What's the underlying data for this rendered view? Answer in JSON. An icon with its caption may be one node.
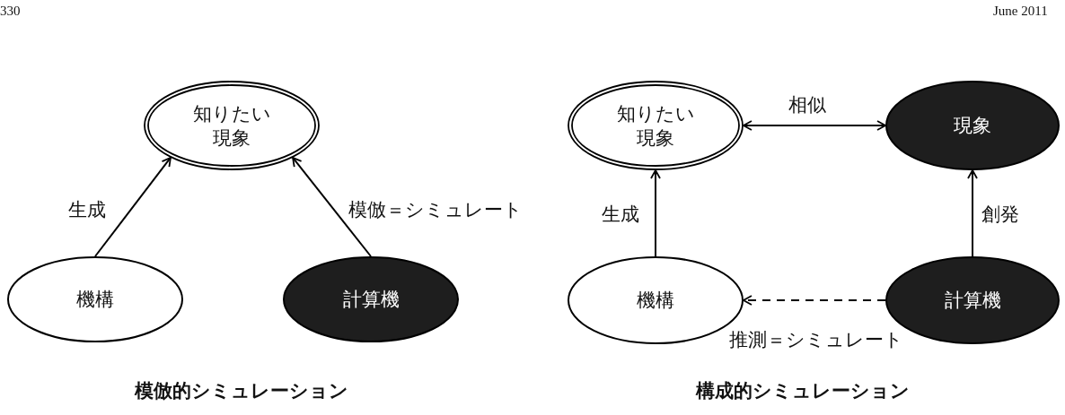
{
  "diagram": {
    "nodes": [
      {
        "text": [
          "知りたい現象"
        ]
      },
      {
        "text": [
          "機構"
        ]
      },
      {
        "text": [
          "計算機"
        ]
      },
      {
        "text": [
          "知りたい現象"
        ]
      },
      {
        "text": [
          "現象"
        ]
      },
      {
        "text": [
          "機構"
        ]
      },
      {
        "text": [
          "計算機"
        ]
      }
    ],
    "edges": [
      {
        "from": 1,
        "to": 0,
        "arrow": "to",
        "label": "生成"
      },
      {
        "from": 2,
        "to": 0,
        "arrow": "to",
        "label": "模倣＝シミュレート"
      },
      {
        "from": 3,
        "to": 4,
        "arrow": "both",
        "label": "相似"
      },
      {
        "from": 5,
        "to": 3,
        "arrow": "to",
        "label": "生成"
      },
      {
        "from": 6,
        "to": 4,
        "arrow": "to",
        "label": "創発"
      },
      {
        "from": 6,
        "to": 5,
        "arrow": "to",
        "label": "推測＝シミュレート",
        "style": "dashed"
      }
    ],
    "labels": [
      "330",
      "June 2011",
      "模倣的シミュレーション",
      "構成的シミュレーション"
    ]
  }
}
